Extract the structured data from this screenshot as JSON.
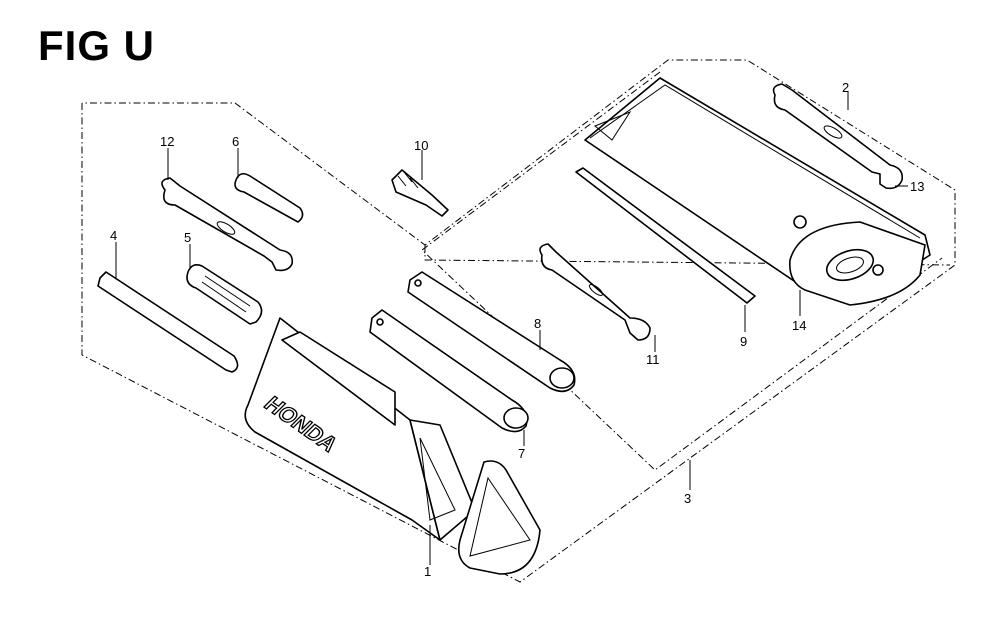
{
  "figure": {
    "title": "FIG U"
  },
  "callouts": [
    "1",
    "2",
    "3",
    "4",
    "5",
    "6",
    "7",
    "8",
    "9",
    "10",
    "11",
    "12",
    "13",
    "14"
  ],
  "bag": {
    "brand": "HONDA"
  },
  "colors": {
    "line": "#000000",
    "background": "#ffffff"
  }
}
